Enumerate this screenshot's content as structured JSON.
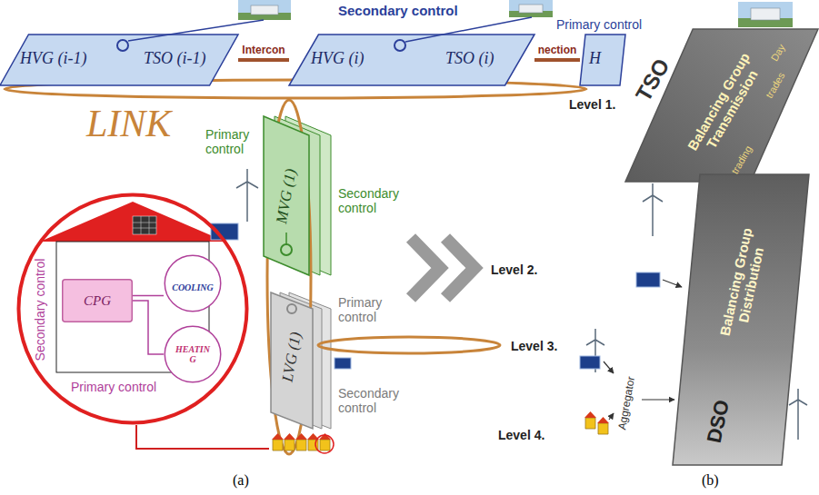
{
  "diagram": {
    "nodes": [
      {
        "text": [
          "HVG (i-1)",
          "TSO (i-1)"
        ]
      },
      {
        "text": [
          "HVG (i)",
          "TSO (i)"
        ]
      },
      {
        "text": [
          "H"
        ]
      },
      {
        "text": [
          "MVG (1)"
        ]
      },
      {
        "text": [
          "LVG (1)"
        ]
      },
      {
        "text": [
          "Secondary control",
          "Primary control"
        ]
      },
      {
        "text": [
          "CPG"
        ],
        "in": 5
      },
      {
        "text": [
          "COOLING"
        ],
        "in": 5
      },
      {
        "text": [
          "HEATIN G"
        ],
        "in": 5
      },
      {
        "text": [
          "TSO",
          "Balancing Group Transmission",
          "Day",
          "trades",
          "trading"
        ]
      },
      {
        "text": [
          "Balancing Group Distribution",
          "DSO"
        ]
      }
    ],
    "edges": [
      {
        "from": 0,
        "to": 1,
        "arrow": "none",
        "label": "Intercon"
      },
      {
        "from": 1,
        "to": 2,
        "arrow": "none",
        "label": "nection"
      },
      {
        "from": 6,
        "to": 7,
        "arrow": "none"
      },
      {
        "from": 6,
        "to": 8,
        "arrow": "none"
      }
    ],
    "labels": [
      "Secondary control",
      "Primary control",
      "LINK",
      "Primary control",
      "Secondary control",
      "Primary control",
      "Secondary control",
      "Level 1.",
      "Level 2.",
      "Level 3.",
      "Level 4.",
      "Aggregator",
      "(a)",
      "(b)"
    ]
  }
}
